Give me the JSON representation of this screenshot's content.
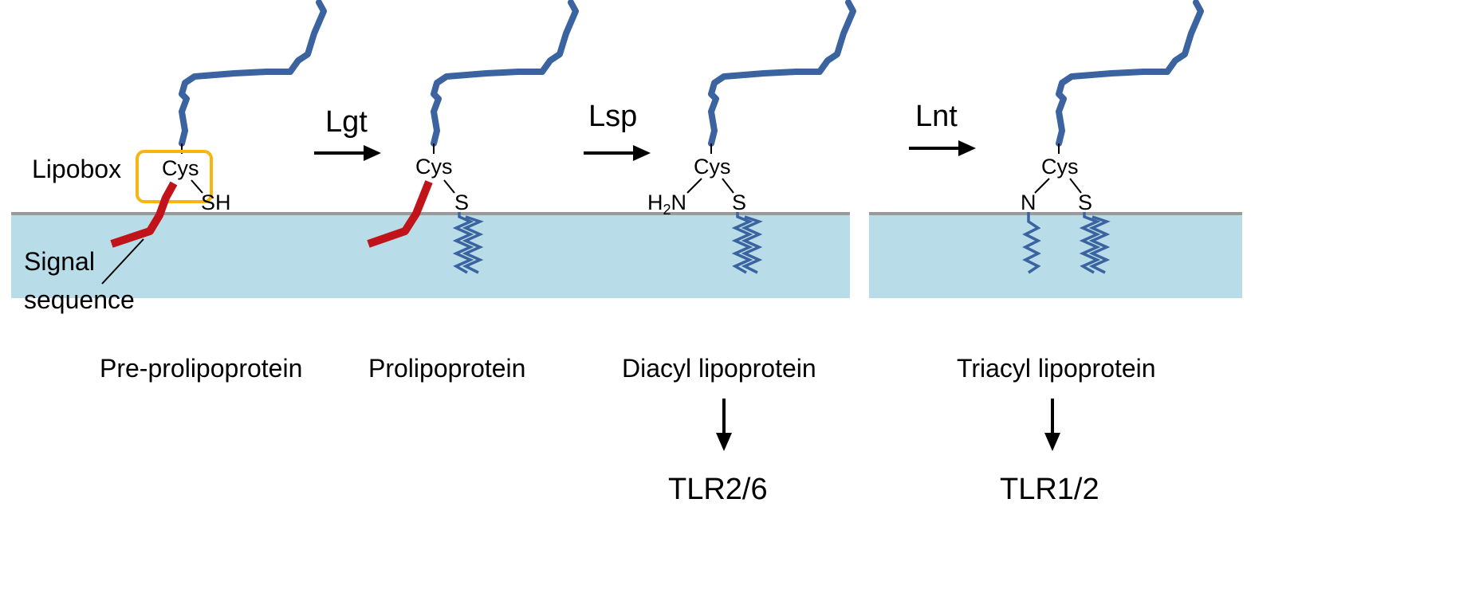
{
  "colors": {
    "protein": "#3a63a0",
    "signal": "#c0141a",
    "lipobox": "#f5b70f",
    "membrane": "#b8dde8",
    "membrane_line": "#9a9a9a"
  },
  "labels": {
    "lipobox": "Lipobox",
    "signal_line1": "Signal",
    "signal_line2": "sequence",
    "cys": "Cys",
    "sh": "SH",
    "s": "S",
    "h2n_h": "H",
    "h2n_sub": "2",
    "h2n_n": "N",
    "n": "N"
  },
  "enzymes": {
    "lgt": "Lgt",
    "lsp": "Lsp",
    "lnt": "Lnt"
  },
  "stages": {
    "pre": "Pre-prolipoprotein",
    "pro": "Prolipoprotein",
    "diacyl": "Diacyl lipoprotein",
    "triacyl": "Triacyl lipoprotein"
  },
  "receptors": {
    "tlr26": "TLR2/6",
    "tlr12": "TLR1/2"
  }
}
